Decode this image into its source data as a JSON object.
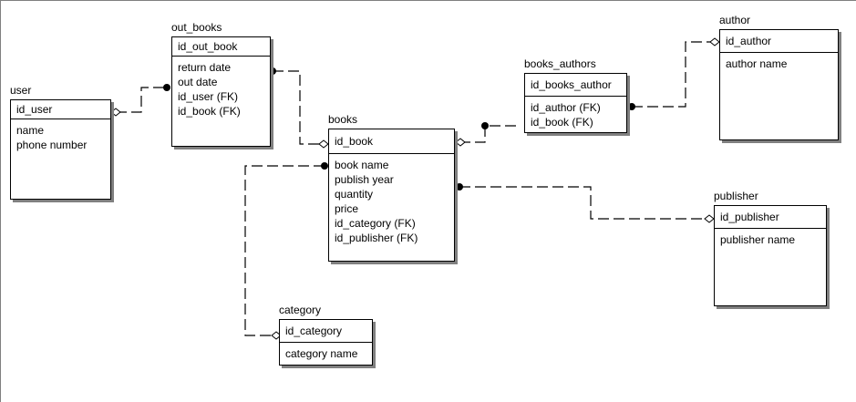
{
  "entities": {
    "user": {
      "name": "user",
      "pk": "id_user",
      "attrs": [
        "name",
        "phone number"
      ]
    },
    "out_books": {
      "name": "out_books",
      "pk": "id_out_book",
      "attrs": [
        "return date",
        "out date",
        "id_user (FK)",
        "id_book (FK)"
      ]
    },
    "books": {
      "name": "books",
      "pk": "id_book",
      "attrs": [
        "book name",
        "publish year",
        "quantity",
        "price",
        "id_category (FK)",
        "id_publisher (FK)"
      ]
    },
    "books_authors": {
      "name": "books_authors",
      "pk": "id_books_author",
      "attrs": [
        "id_author (FK)",
        "id_book (FK)"
      ]
    },
    "author": {
      "name": "author",
      "pk": "id_author",
      "attrs": [
        "author name"
      ]
    },
    "publisher": {
      "name": "publisher",
      "pk": "id_publisher",
      "attrs": [
        "publisher name"
      ]
    },
    "category": {
      "name": "category",
      "pk": "id_category",
      "attrs": [
        "category name"
      ]
    }
  },
  "relationships": [
    {
      "from": "user",
      "to": "out_books",
      "type": "one-to-many"
    },
    {
      "from": "out_books",
      "to": "books",
      "type": "many-to-one"
    },
    {
      "from": "books",
      "to": "books_authors",
      "type": "one-to-many"
    },
    {
      "from": "books_authors",
      "to": "author",
      "type": "many-to-one"
    },
    {
      "from": "books",
      "to": "publisher",
      "type": "many-to-one"
    },
    {
      "from": "books",
      "to": "category",
      "type": "many-to-one"
    }
  ]
}
